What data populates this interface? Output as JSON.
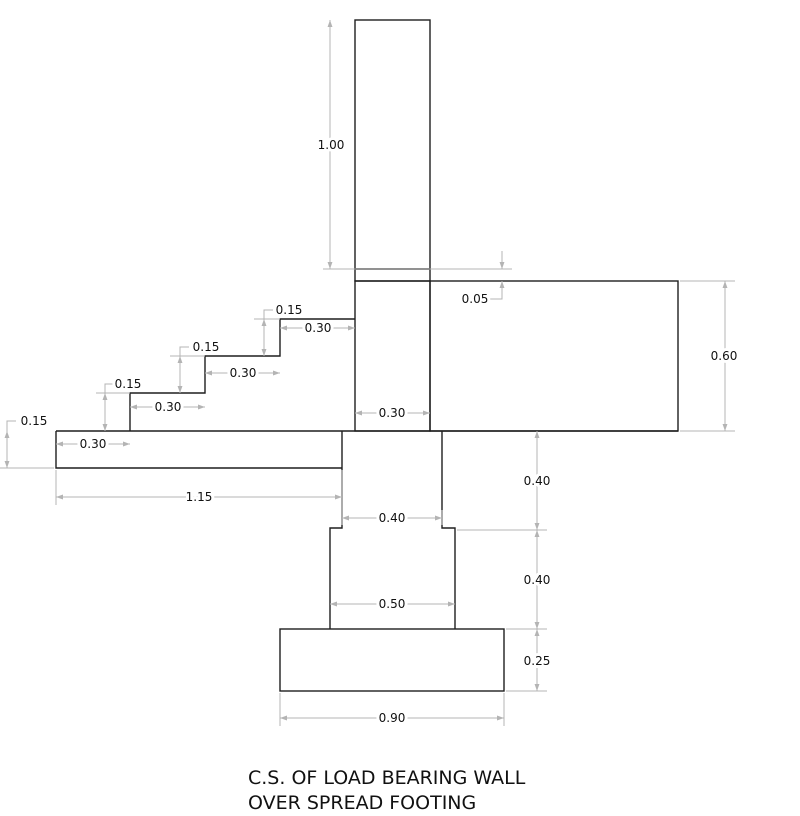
{
  "title": {
    "line1": "C.S. OF LOAD BEARING WALL",
    "line2": "OVER SPREAD FOOTING"
  },
  "dimensions": {
    "wall_height": "1.00",
    "plinth_gap": "0.05",
    "right_fill_height": "0.60",
    "wall_width": "0.30",
    "step1_rise": "0.15",
    "step2_rise": "0.15",
    "step3_rise": "0.15",
    "slab_thickness": "0.15",
    "step1_tread": "0.30",
    "step2_tread": "0.30",
    "step3_tread": "0.30",
    "slab_tread": "0.30",
    "slab_length": "1.15",
    "column_upper_width": "0.40",
    "column_lower_width": "0.50",
    "footing_width": "0.90",
    "column_upper_height": "0.40",
    "column_lower_height": "0.40",
    "footing_depth": "0.25"
  }
}
